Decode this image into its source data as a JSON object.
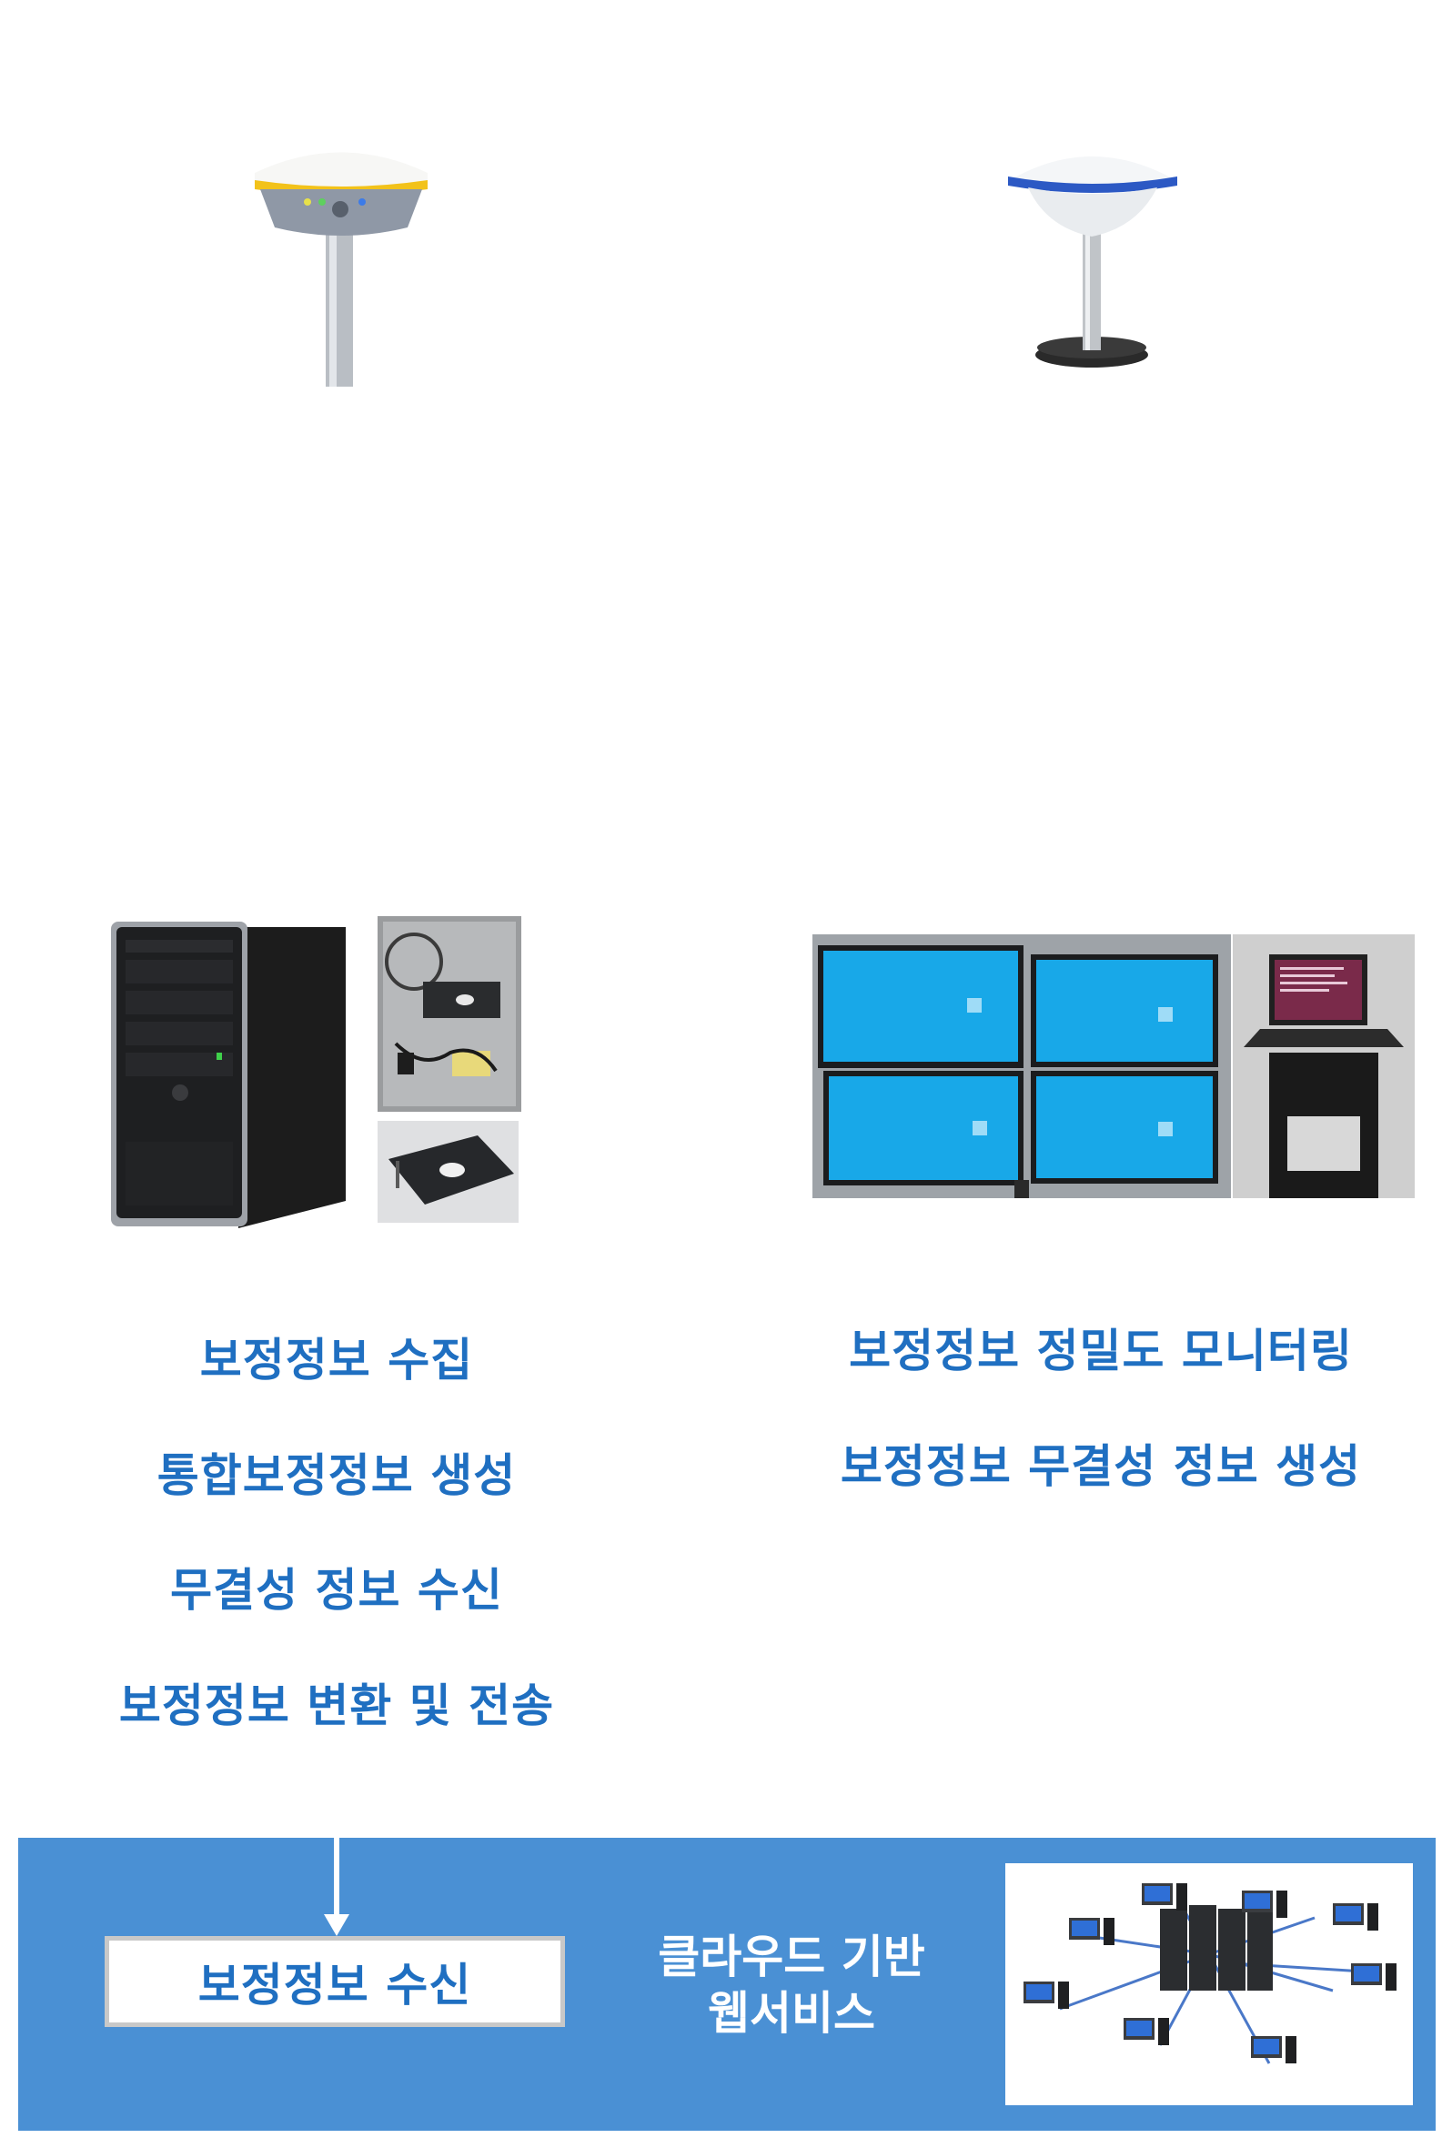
{
  "left_functions": [
    "보정정보 수집",
    "통합보정정보 생성",
    "무결성 정보 수신",
    "보정정보 변환 및 전송"
  ],
  "right_functions": [
    "보정정보 정밀도 모니터링",
    "보정정보 무결성 정보 생성"
  ],
  "bottom": {
    "receive_label": "보정정보 수신",
    "cloud_label_line1": "클라우드 기반",
    "cloud_label_line2": "웹서비스"
  },
  "colors": {
    "text_blue": "#1f6fc1",
    "bar_blue": "#4a90d4",
    "screen_blue": "#18a8e8"
  }
}
